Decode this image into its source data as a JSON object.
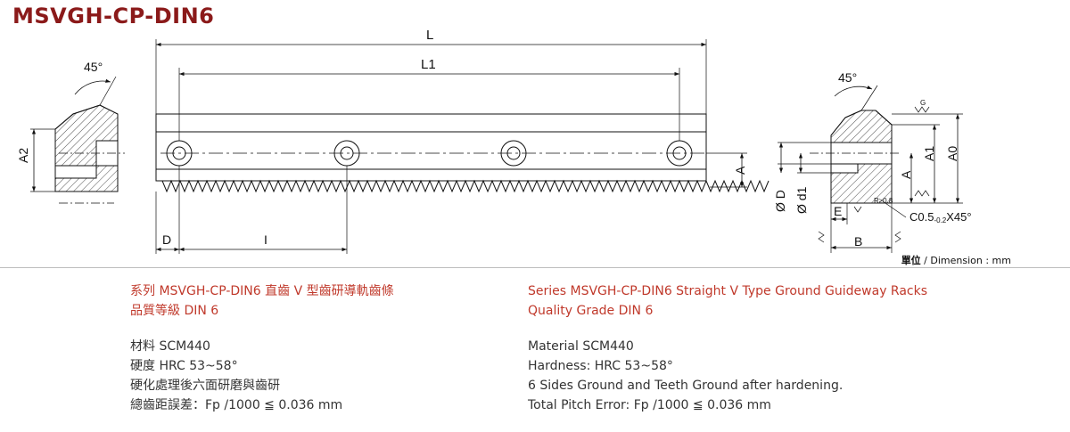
{
  "title": "MSVGH-CP-DIN6",
  "drawing": {
    "labels": {
      "L": "L",
      "L1": "L1",
      "D": "D",
      "I": "I",
      "A": "A",
      "A2": "A2",
      "angle_left": "45°",
      "angle_right": "45°",
      "A0": "A0",
      "A1": "A1",
      "A_right": "A",
      "phiD": "Ø D",
      "phid1": "Ø d1",
      "E": "E",
      "B": "B",
      "chamfer": "C0.5",
      "chamfer_tol": "-0.2",
      "chamfer_angle": "X45°",
      "radius": "R≥0.8",
      "ground_mark": "G"
    }
  },
  "unit_note": {
    "zh": "單位",
    "sep": " / ",
    "en": "Dimension : mm"
  },
  "zh": {
    "series_line": "系列 MSVGH-CP-DIN6 直齒 V 型齒研導軌齒條",
    "grade_line": "品質等級 DIN 6",
    "material": "材料 SCM440",
    "hardness": "硬度 HRC 53~58°",
    "ground": "硬化處理後六面研磨與齒研",
    "pitch_error": "總齒距誤差：Fp /1000 ≦ 0.036 mm"
  },
  "en": {
    "series_line": "Series MSVGH-CP-DIN6 Straight V Type Ground Guideway Racks",
    "grade_line": "Quality Grade DIN 6",
    "material": "Material SCM440",
    "hardness": "Hardness: HRC 53~58°",
    "ground": "6 Sides Ground and Teeth Ground after hardening.",
    "pitch_error": "Total Pitch Error: Fp /1000 ≦ 0.036 mm"
  },
  "colors": {
    "title": "#8b1a1a",
    "red_text": "#c0392b",
    "line": "#111111",
    "divider": "#bdbdbd"
  }
}
